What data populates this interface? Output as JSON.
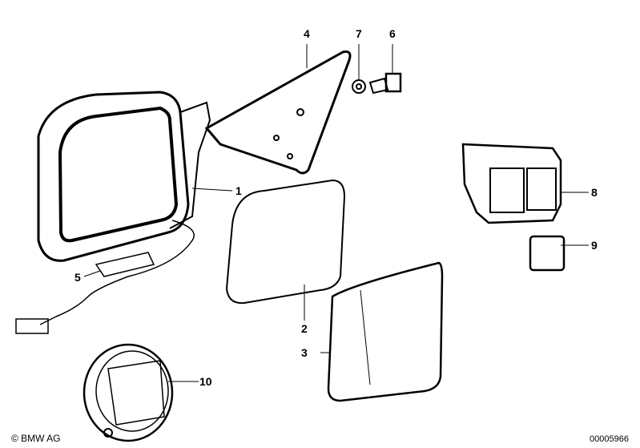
{
  "labels": {
    "p1": "1",
    "p2": "2",
    "p3": "3",
    "p4": "4",
    "p5": "5",
    "p6": "6",
    "p7": "7",
    "p8": "8",
    "p9": "9",
    "p10": "10"
  },
  "footer": {
    "copyright": "© BMW AG",
    "diagram_id": "00005966"
  }
}
